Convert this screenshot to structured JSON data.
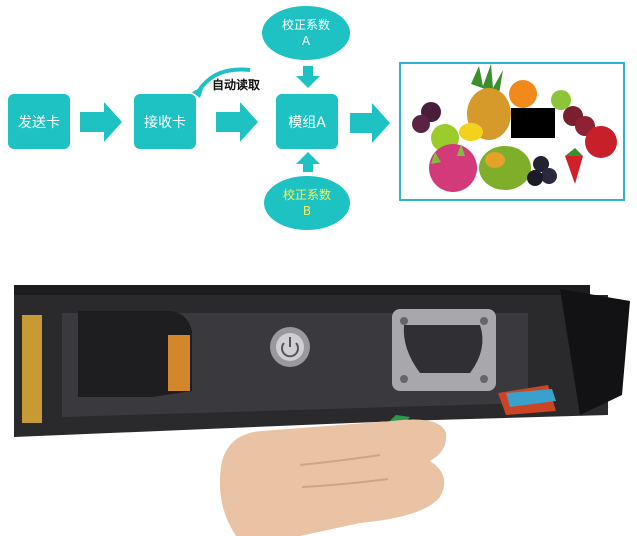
{
  "diagram": {
    "nodes": {
      "send_card": "发送卡",
      "receive_card": "接收卡",
      "module_a": "模组A"
    },
    "calib_top": {
      "line1": "校正系数",
      "line2": "A"
    },
    "calib_bottom": {
      "line1": "校正系数",
      "line2": "B"
    },
    "auto_read_label": "自动读取"
  },
  "colors": {
    "node_fill": "#1ec2c2",
    "arrow_fill": "#1ec2c2",
    "frame_border": "#2bb5c9",
    "calib_b_text": "#f2f25a"
  },
  "images": {
    "fruit": "fruit-bowl-photo",
    "hardware": "module-with-power-button-and-connector-photo"
  }
}
